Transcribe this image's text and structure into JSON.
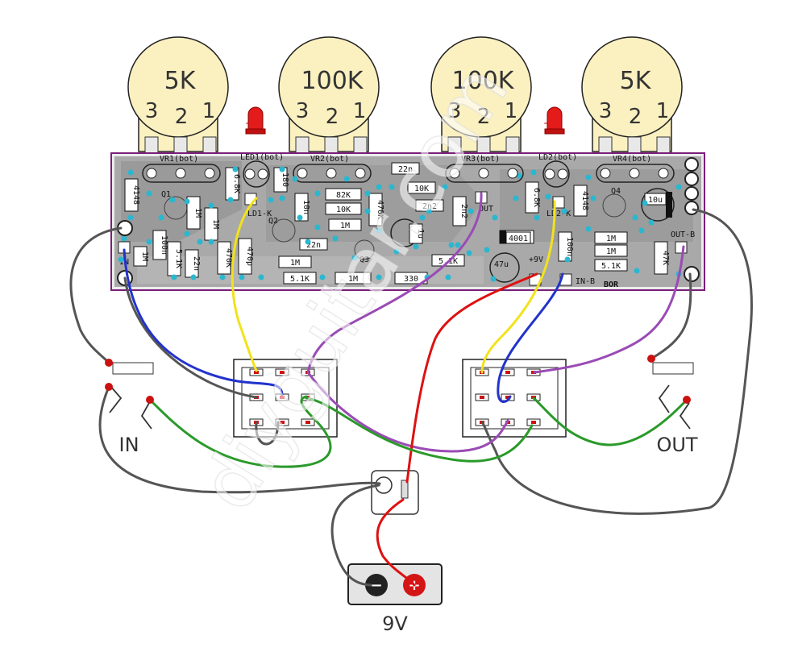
{
  "pots": [
    {
      "value": "5K",
      "pins": [
        "3",
        "2",
        "1"
      ],
      "ref": "VR1(bot)"
    },
    {
      "value": "100K",
      "pins": [
        "3",
        "2",
        "1"
      ],
      "ref": "VR2(bot)"
    },
    {
      "value": "100K",
      "pins": [
        "3",
        "2",
        "1"
      ],
      "ref": "VR3(bot)"
    },
    {
      "value": "5K",
      "pins": [
        "3",
        "2",
        "1"
      ],
      "ref": "VR4(bot)"
    }
  ],
  "leds": [
    {
      "ref": "LED1(bot)",
      "polarity": "+",
      "k_label": "LD1-K"
    },
    {
      "ref": "LD2(bot)",
      "polarity": "+",
      "k_label": "LD2-K"
    }
  ],
  "pcb": {
    "board_name": "BOR",
    "pads": {
      "in": "IN",
      "out": "OUT",
      "plus9v": "+9V",
      "in_b": "IN-B",
      "out_b": "OUT-B"
    },
    "components": [
      "4148",
      "6.8K",
      "180",
      "1M",
      "1M",
      "470p",
      "100n",
      "5.1K",
      "22n",
      "470K",
      "10n",
      "82K",
      "10K",
      "1M",
      "22n",
      "22n",
      "10K",
      "470K",
      "2n2",
      "2n2",
      "1u",
      "1M",
      "5.1K",
      "1M",
      "330",
      "5.1K",
      "6.8K",
      "100n",
      "4148",
      "47u",
      "4001",
      "1M",
      "1M",
      "5.1K",
      "47K",
      "10u",
      "1M",
      "1M",
      "1M"
    ],
    "transistors": [
      "Q1",
      "Q2",
      "Q3",
      "Q4"
    ]
  },
  "jacks": {
    "in": "IN",
    "out": "OUT"
  },
  "battery": {
    "label": "9V",
    "minus": "−",
    "plus": "+"
  },
  "watermark": "diyguitar.com",
  "colors": {
    "pot_body": "#fbf0c0",
    "pcb_fill": "#a8a8a8",
    "pcb_outline": "#7a1e7a",
    "pad": "#2ab7d0",
    "wire_black": "#555555",
    "wire_blue": "#2233cc",
    "wire_yellow": "#f2e21c",
    "wire_purple": "#9a4bb5",
    "wire_red": "#dd1111",
    "wire_green": "#2a9a2a"
  }
}
